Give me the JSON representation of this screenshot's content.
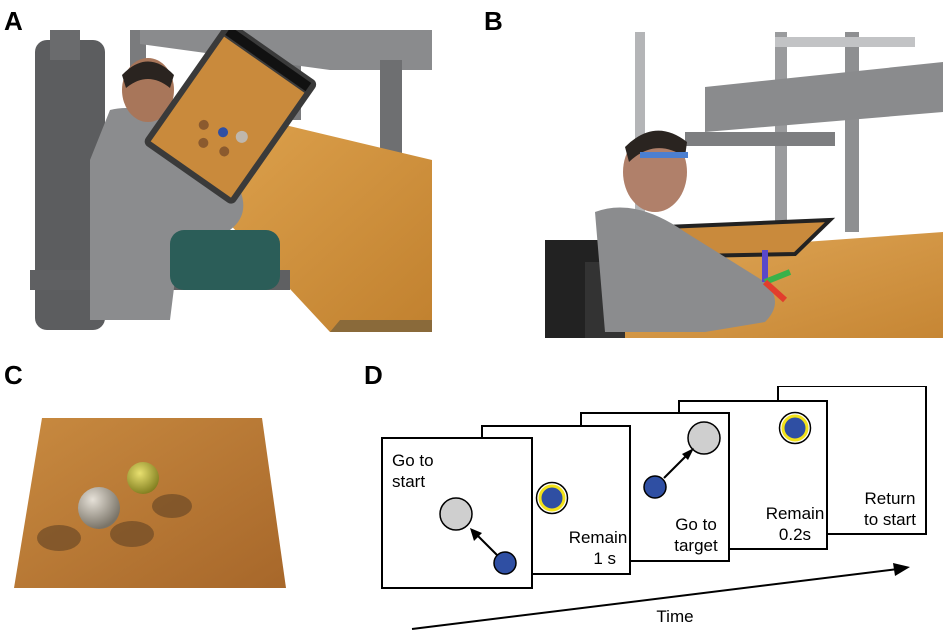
{
  "panels": {
    "a": {
      "letter": "A"
    },
    "b": {
      "letter": "B"
    },
    "c": {
      "letter": "C"
    },
    "d": {
      "letter": "D"
    }
  },
  "timeline": {
    "axis_label": "Time",
    "cards": [
      {
        "lines": [
          "Go to",
          "start"
        ]
      },
      {
        "lines": [
          "Remain",
          "1 s"
        ]
      },
      {
        "lines": [
          "Go to",
          "target"
        ]
      },
      {
        "lines": [
          "Remain",
          "0.2s"
        ]
      },
      {
        "lines": [
          "Return",
          "to start"
        ]
      }
    ]
  },
  "colors": {
    "target_blue": "#2f4fa3",
    "ring_yellow": "#f2e21a",
    "start_gray": "#cfcfcf",
    "wood": "#c98a3c",
    "frame_gray": "#6e6f71"
  }
}
